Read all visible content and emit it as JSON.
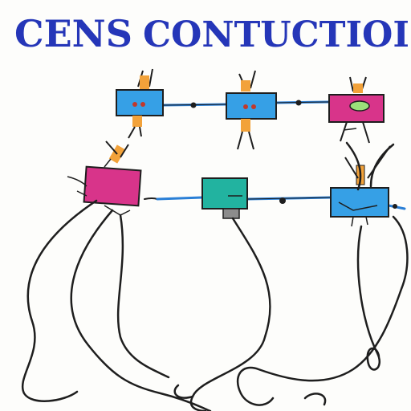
{
  "title": {
    "left_word": "CENS",
    "right_word": "CONTUCTIOI"
  },
  "colors": {
    "ink": "#1e1e1e",
    "title": "#2536b8",
    "cable": "#2a7fd6",
    "blue_box": "#36a0e6",
    "teal_box": "#22b3a0",
    "magenta_box": "#d8348a",
    "orange": "#f2a23a",
    "grey_box": "#8c8c8c"
  },
  "devices": [
    {
      "name": "top-left-blue-box",
      "color": "blue"
    },
    {
      "name": "top-middle-blue-box",
      "color": "blue"
    },
    {
      "name": "top-right-magenta-box",
      "color": "magenta"
    },
    {
      "name": "bottom-left-magenta-box",
      "color": "magenta"
    },
    {
      "name": "bottom-middle-teal-box",
      "color": "teal"
    },
    {
      "name": "bottom-right-blue-box",
      "color": "blue"
    }
  ]
}
